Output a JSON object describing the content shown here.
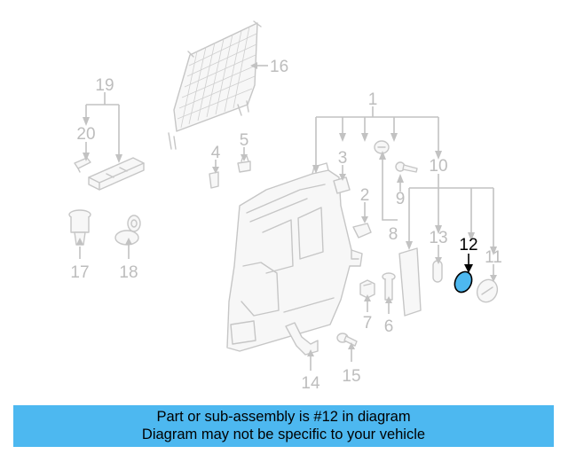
{
  "diagram": {
    "callouts": [
      "1",
      "2",
      "3",
      "4",
      "5",
      "6",
      "7",
      "8",
      "9",
      "10",
      "11",
      "12",
      "13",
      "14",
      "15",
      "16",
      "17",
      "18",
      "19",
      "20"
    ],
    "highlighted_callout": "12",
    "highlight_color": "#4db8f0"
  },
  "banner": {
    "line1": "Part or sub-assembly is #12 in diagram",
    "line2": "Diagram may not be specific to your vehicle",
    "background": "#4db8f0"
  }
}
